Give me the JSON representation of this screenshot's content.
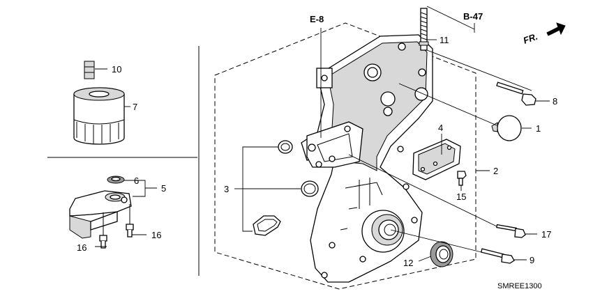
{
  "diagram": {
    "code": "SMREE1300",
    "ref_e8": "E-8",
    "ref_b47": "B-47",
    "front_label": "FR.",
    "callouts": [
      "1",
      "2",
      "3",
      "4",
      "5",
      "6",
      "7",
      "8",
      "9",
      "10",
      "11",
      "12",
      "15",
      "16",
      "16",
      "17"
    ]
  }
}
